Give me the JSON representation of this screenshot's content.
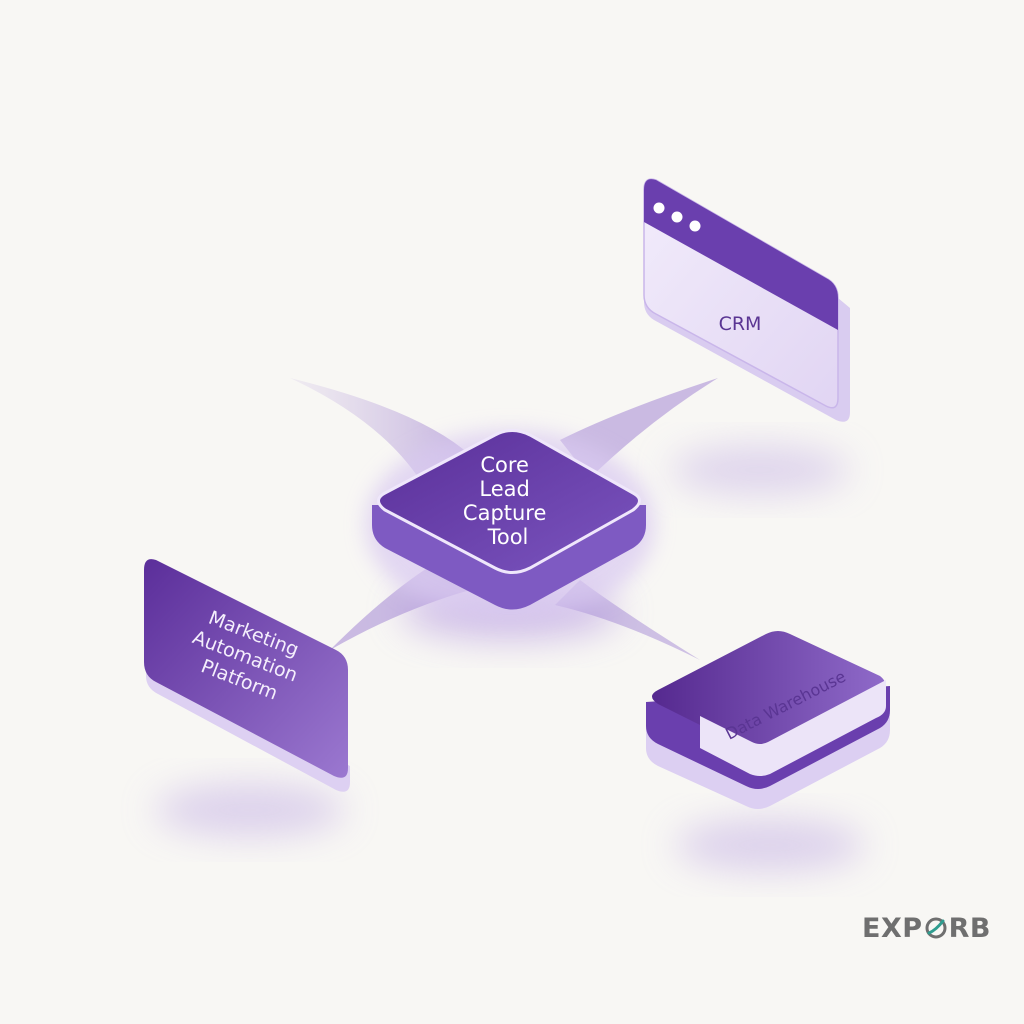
{
  "diagram": {
    "center_node": {
      "lines": [
        "Core",
        "Lead",
        "Capture",
        "Tool"
      ]
    },
    "nodes": {
      "crm": {
        "label": "CRM"
      },
      "marketing": {
        "lines": [
          "Marketing",
          "Automation",
          "Platform"
        ]
      },
      "warehouse": {
        "label": "Data Warehouse"
      }
    }
  },
  "logo": {
    "text_left": "EXP",
    "text_right": "RB",
    "text": "EXPORB"
  },
  "colors": {
    "background": "#f8f7f4",
    "primary_purple": "#6a3fae",
    "dark_purple": "#4f2a8c",
    "light_lavender": "#ece4f8",
    "logo_gray": "#6f6f6f",
    "logo_accent": "#2f9d8f"
  }
}
